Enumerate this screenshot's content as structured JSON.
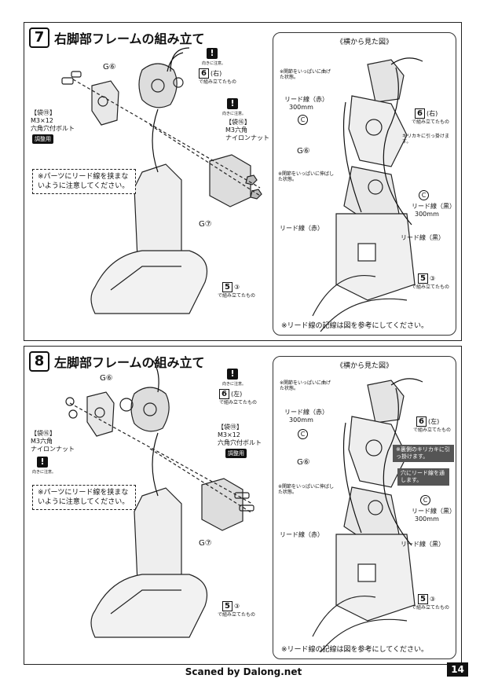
{
  "step7": {
    "number": "7",
    "title": "右脚部フレームの組み立て",
    "side_title": "《横から見た図》",
    "side_note": "※リード線の記線は図を参考にしてください。",
    "note_text": "※パーツにリード線を挟まないように注意してください。",
    "labels": {
      "g6": "G⑥",
      "g7": "G⑦",
      "part6": "6",
      "part6_side": "(右)",
      "part6_cap": "で組み立てたもの",
      "part5": "5",
      "part5_num": "③",
      "part5_cap": "で組み立てたもの",
      "bag_bolt": "【袋⑲】",
      "bolt_size": "M3×12",
      "bolt_name": "六角穴付ボルト",
      "adjust": "調整用",
      "bag_nut": "【袋⑯】",
      "nut_name": "M3六角",
      "nut_name2": "ナイロンナット",
      "warn_cap": "向きに注意。"
    },
    "side_labels": {
      "joint_bent": "※関節をいっぱいに曲げた状態。",
      "red_wire": "リード線（赤）",
      "red_len": "300mm",
      "c_mark": "C",
      "part6": "6",
      "part6_side": "(右)",
      "part6_cap": "で組み立てたもの",
      "notch": "キリカキに引っ掛けます。",
      "g6": "G⑥",
      "joint_extended": "※関節をいっぱいに伸ばした状態。",
      "black_wire": "リード線（黒）",
      "black_len": "300mm",
      "red_wire2": "リード線（赤）",
      "black_wire2": "リード線（黒）",
      "part5": "5",
      "part5_num": "③",
      "part5_cap": "で組み立てたもの"
    }
  },
  "step8": {
    "number": "8",
    "title": "左脚部フレームの組み立て",
    "side_title": "《横から見た図》",
    "side_note": "※リード線の記線は図を参考にしてください。",
    "note_text": "※パーツにリード線を挟まないように注意してください。",
    "labels": {
      "g6": "G⑥",
      "g7": "G⑦",
      "part6": "6",
      "part6_side": "(左)",
      "part6_cap": "で組み立てたもの",
      "part5": "5",
      "part5_num": "③",
      "part5_cap": "で組み立てたもの",
      "bag_nut": "【袋⑯】",
      "nut_name": "M3六角",
      "nut_name2": "ナイロンナット",
      "bag_bolt": "【袋⑲】",
      "bolt_size": "M3×12",
      "bolt_name": "六角穴付ボルト",
      "adjust": "調整用",
      "warn_cap": "向きに注意。"
    },
    "side_labels": {
      "joint_bent": "※関節をいっぱいに曲げた状態。",
      "red_wire": "リード線（赤）",
      "red_len": "300mm",
      "c_mark": "C",
      "part6": "6",
      "part6_side": "(左)",
      "part6_cap": "で組み立てたもの",
      "back_notch": "※裏側のキリカキに引っ掛けます。",
      "through_hole": "穴にリード線を通します。",
      "g6": "G⑥",
      "joint_extended": "※関節をいっぱいに伸ばした状態。",
      "black_wire": "リード線（黒）",
      "black_len": "300mm",
      "red_wire2": "リード線（赤）",
      "black_wire2": "リード線（黒）",
      "part5": "5",
      "part5_num": "③",
      "part5_cap": "で組み立てたもの"
    }
  },
  "footer": {
    "credit": "Scaned by Dalong.net",
    "page": "14"
  }
}
